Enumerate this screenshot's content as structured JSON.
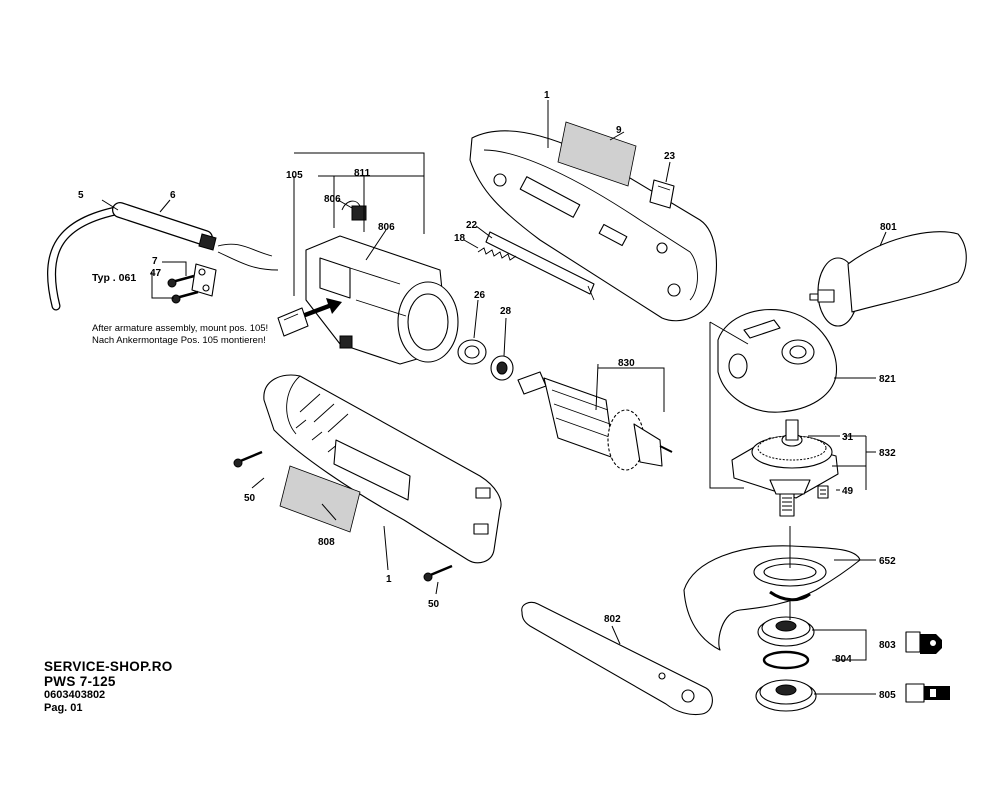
{
  "labels": {
    "p1_top": "1",
    "p9": "9",
    "p23": "23",
    "p811": "811",
    "p105": "105",
    "p806a": "806",
    "p806b": "806",
    "p5": "5",
    "p6": "6",
    "p7": "7",
    "p47": "47",
    "typ": "Typ . 061",
    "p22": "22",
    "p18": "18",
    "p26": "26",
    "p28": "28",
    "p801": "801",
    "p821": "821",
    "p830": "830",
    "p31": "31",
    "p832": "832",
    "p49": "49",
    "p652": "652",
    "p50a": "50",
    "p808": "808",
    "p1_bottom": "1",
    "p50b": "50",
    "p802": "802",
    "p803": "803",
    "p804": "804",
    "p805": "805"
  },
  "notes": {
    "line1": "After armature assembly, mount pos. 105!",
    "line2": "Nach Ankermontage Pos. 105 montieren!"
  },
  "footer": {
    "shop": "SERVICE-SHOP.RO",
    "model": "PWS 7-125",
    "part_number": "0603403802",
    "page": "Pag. 01"
  }
}
